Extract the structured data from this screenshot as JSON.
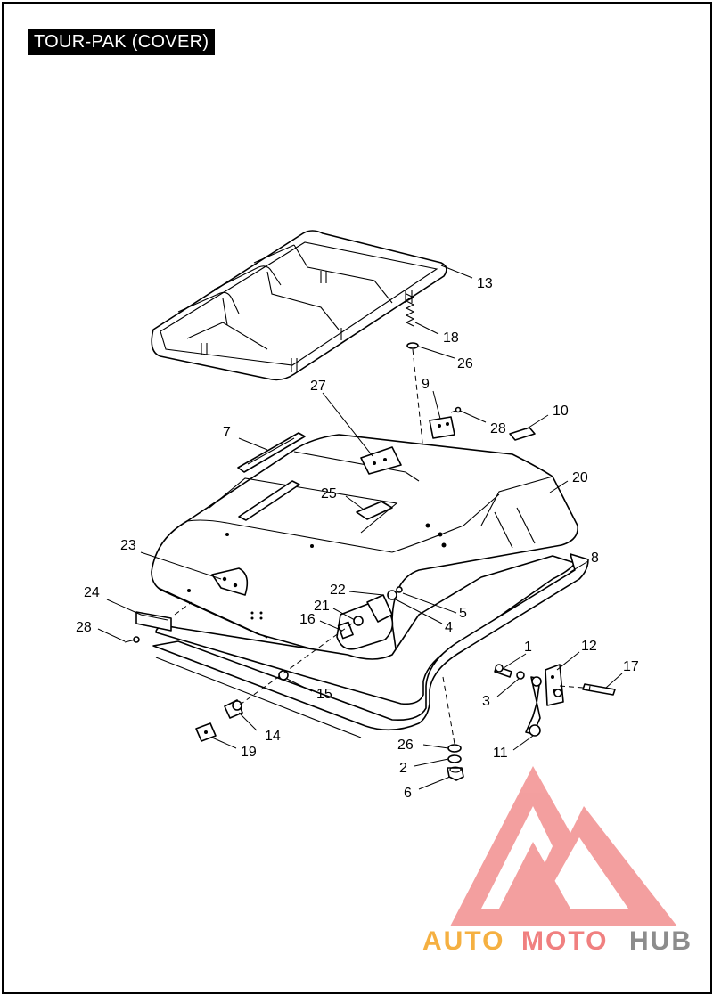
{
  "title": "TOUR-PAK (COVER)",
  "callouts": [
    {
      "id": "c1",
      "label": "1"
    },
    {
      "id": "c2",
      "label": "2"
    },
    {
      "id": "c3",
      "label": "3"
    },
    {
      "id": "c4",
      "label": "4"
    },
    {
      "id": "c5",
      "label": "5"
    },
    {
      "id": "c6",
      "label": "6"
    },
    {
      "id": "c7",
      "label": "7"
    },
    {
      "id": "c8",
      "label": "8"
    },
    {
      "id": "c9",
      "label": "9"
    },
    {
      "id": "c10",
      "label": "10"
    },
    {
      "id": "c11",
      "label": "11"
    },
    {
      "id": "c12",
      "label": "12"
    },
    {
      "id": "c13",
      "label": "13"
    },
    {
      "id": "c14",
      "label": "14"
    },
    {
      "id": "c15",
      "label": "15"
    },
    {
      "id": "c16",
      "label": "16"
    },
    {
      "id": "c17",
      "label": "17"
    },
    {
      "id": "c18",
      "label": "18"
    },
    {
      "id": "c19",
      "label": "19"
    },
    {
      "id": "c20",
      "label": "20"
    },
    {
      "id": "c21",
      "label": "21"
    },
    {
      "id": "c22",
      "label": "22"
    },
    {
      "id": "c23",
      "label": "23"
    },
    {
      "id": "c24",
      "label": "24"
    },
    {
      "id": "c25",
      "label": "25"
    },
    {
      "id": "c26a",
      "label": "26"
    },
    {
      "id": "c26b",
      "label": "26"
    },
    {
      "id": "c27",
      "label": "27"
    },
    {
      "id": "c28a",
      "label": "28"
    },
    {
      "id": "c28b",
      "label": "28"
    }
  ],
  "watermark": {
    "part1": "AUTO",
    "part2": "MOTO",
    "part3": "HUB",
    "color_orange": "#f5b041",
    "color_red": "#f08080",
    "color_gray": "#8c8c8c"
  }
}
